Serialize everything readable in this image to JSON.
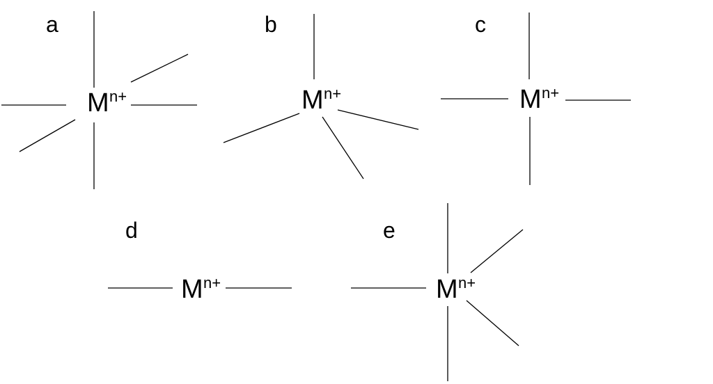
{
  "colors": {
    "ink": "#000000",
    "background": "#ffffff"
  },
  "panels": [
    {
      "label": "a",
      "metal": "M",
      "charge": "n+"
    },
    {
      "label": "b",
      "metal": "M",
      "charge": "n+"
    },
    {
      "label": "c",
      "metal": "M",
      "charge": "n+"
    },
    {
      "label": "d",
      "metal": "M",
      "charge": "n+"
    },
    {
      "label": "e",
      "metal": "M",
      "charge": "n+"
    }
  ]
}
